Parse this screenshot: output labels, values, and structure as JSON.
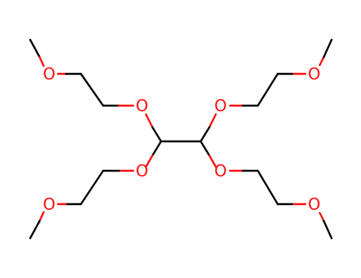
{
  "molecule": {
    "atoms": [
      {
        "symbol": "O"
      },
      {
        "symbol": "O"
      },
      {
        "symbol": "O"
      },
      {
        "symbol": "O"
      },
      {
        "symbol": "O"
      },
      {
        "symbol": "O"
      },
      {
        "symbol": "O"
      },
      {
        "symbol": "O"
      }
    ],
    "colors": {
      "bond": "#000000",
      "oxygen": "#ff0d0d"
    }
  }
}
